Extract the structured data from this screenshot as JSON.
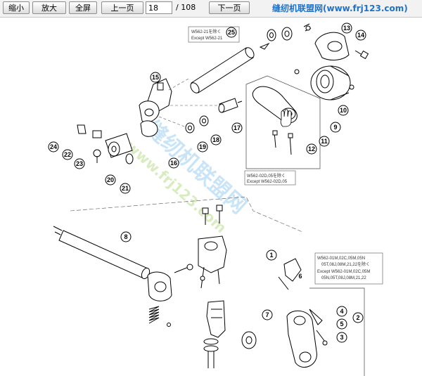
{
  "toolbar": {
    "shrink_label": "缩小",
    "enlarge_label": "放大",
    "fullscreen_label": "全屏",
    "prev_label": "上一页",
    "page_current": "18",
    "page_total": "/ 108",
    "next_label": "下一页",
    "site_title": "缝纫机联盟网(www.frj123.com)"
  },
  "drawing": {
    "callouts": [
      "1",
      "2",
      "3",
      "4",
      "5",
      "6",
      "7",
      "8",
      "9",
      "10",
      "11",
      "12",
      "13",
      "14",
      "15",
      "16",
      "17",
      "18",
      "19",
      "20",
      "21",
      "22",
      "23",
      "24",
      "25"
    ],
    "notes": {
      "n25a": "W562-21を除く",
      "n25b": "Except W562-21",
      "n11a": "W562-02D,05を除く",
      "n11b": "Except W562-02D,05",
      "n2a": "W562-01M,02C,05M,05N",
      "n2b": "05T,08J,08M,21,22を除く",
      "n2c": "Except W562-01M,02C,05M",
      "n2d": "05N,05T,08J,08M,21,22"
    },
    "watermark_cn": "缝纫机联盟网",
    "watermark_url": "www.frj123.com"
  }
}
